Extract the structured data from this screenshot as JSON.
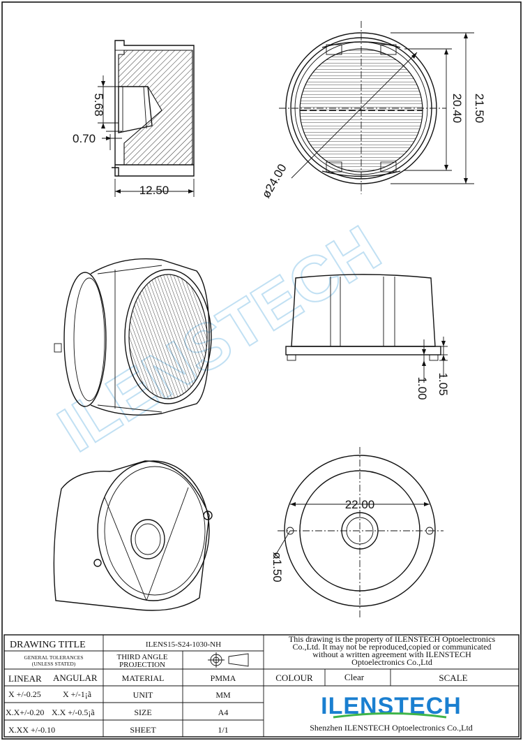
{
  "drawing": {
    "dimensions": {
      "d_5_68": "5.68",
      "d_0_70": "0.70",
      "d_12_50": "12.50",
      "d_24_00": "ø24.00",
      "d_21_50": "21.50",
      "d_20_40": "20.40",
      "d_1_05": "1.05",
      "d_1_00": "1.00",
      "d_22_00": "22.00",
      "d_1_50": "ø1.50"
    },
    "watermark": "ILENSTECH"
  },
  "title_block": {
    "drawing_title_label": "DRAWING TITLE",
    "drawing_title_value": "ILENS15-S24-1030-NH",
    "general_tolerances_1": "GENERAL TOLERANCES",
    "general_tolerances_2": "(UNLESS STATED)",
    "projection_1": "THIRD ANGLE",
    "projection_2": "PROJECTION",
    "notice_1": "This drawing is the property of ILENSTECH Optoelectronics",
    "notice_2": "Co.,Ltd. It may not be reproduced,copied or communicated",
    "notice_3": "without a written agreement with ILENSTECH",
    "notice_4": "Optoelectronics Co.,Ltd",
    "linear_label": "LINEAR",
    "angular_label": "ANGULAR",
    "tol_x_linear": "X  +/-0.25",
    "tol_x_angular": "X  +/-1¡ã",
    "tol_xx_linear": "X.X+/-0.20",
    "tol_xx_angular": "X.X +/-0.5¡ã",
    "tol_xxx_linear": "X.XX +/-0.10",
    "material_label": "MATERIAL",
    "material_value": "PMMA",
    "unit_label": "UNIT",
    "unit_value": "MM",
    "size_label": "SIZE",
    "size_value": "A4",
    "sheet_label": "SHEET",
    "sheet_value": "1/1",
    "colour_label": "COLOUR",
    "colour_value": "Clear",
    "scale_label": "SCALE",
    "logo_text": "ILENSTECH",
    "company": "Shenzhen ILENSTECH Optoelectronics Co.,Ltd"
  },
  "colors": {
    "ink": "#111111",
    "logo_blue": "#1a7fd0",
    "logo_green": "#3fb549",
    "watermark_blue": "#8fc8ea",
    "watermark_yellow": "#f3ea9a"
  }
}
